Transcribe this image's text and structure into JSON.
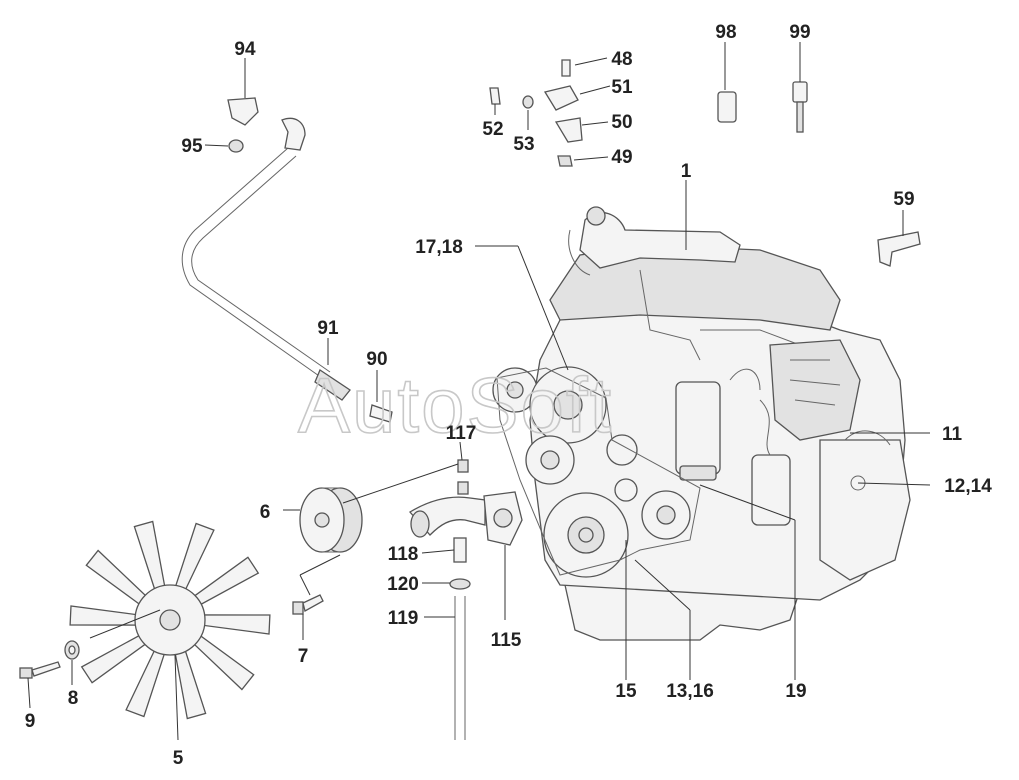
{
  "watermark": "AutoSoft",
  "callouts": [
    {
      "id": "94",
      "text": "94"
    },
    {
      "id": "95",
      "text": "95"
    },
    {
      "id": "91",
      "text": "91"
    },
    {
      "id": "90",
      "text": "90"
    },
    {
      "id": "48",
      "text": "48"
    },
    {
      "id": "51",
      "text": "51"
    },
    {
      "id": "52",
      "text": "52"
    },
    {
      "id": "53",
      "text": "53"
    },
    {
      "id": "50",
      "text": "50"
    },
    {
      "id": "49",
      "text": "49"
    },
    {
      "id": "98",
      "text": "98"
    },
    {
      "id": "99",
      "text": "99"
    },
    {
      "id": "1",
      "text": "1"
    },
    {
      "id": "59",
      "text": "59"
    },
    {
      "id": "17_18",
      "text": "17,18"
    },
    {
      "id": "117",
      "text": "117"
    },
    {
      "id": "11",
      "text": "11"
    },
    {
      "id": "12_14",
      "text": "12,14"
    },
    {
      "id": "6",
      "text": "6"
    },
    {
      "id": "118",
      "text": "118"
    },
    {
      "id": "120",
      "text": "120"
    },
    {
      "id": "119",
      "text": "119"
    },
    {
      "id": "115",
      "text": "115"
    },
    {
      "id": "7",
      "text": "7"
    },
    {
      "id": "8",
      "text": "8"
    },
    {
      "id": "9",
      "text": "9"
    },
    {
      "id": "5",
      "text": "5"
    },
    {
      "id": "15",
      "text": "15"
    },
    {
      "id": "13_16",
      "text": "13,16"
    },
    {
      "id": "19",
      "text": "19"
    }
  ]
}
